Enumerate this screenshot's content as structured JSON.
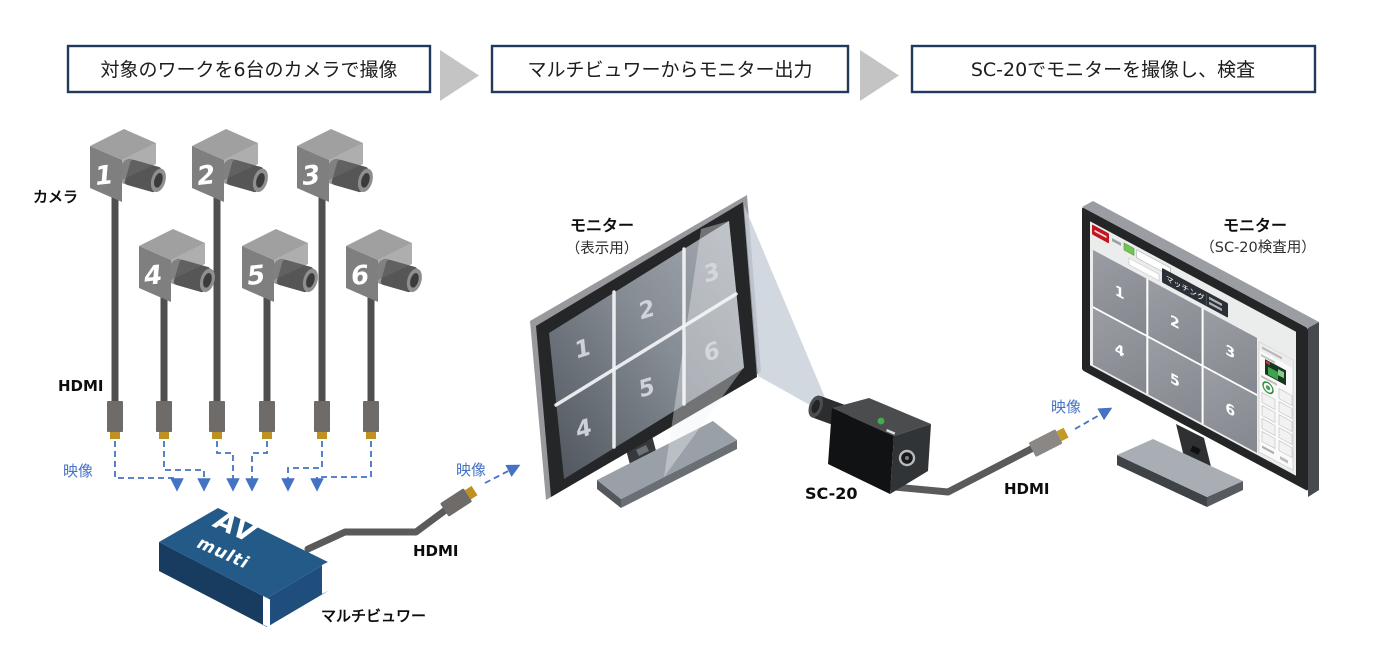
{
  "steps": [
    {
      "label": "対象のワークを6台のカメラで撮像"
    },
    {
      "label": "マルチビュワーからモニター出力"
    },
    {
      "label": "SC-20でモニターを撮像し、検査"
    }
  ],
  "cameras": {
    "group_label": "カメラ",
    "units": [
      "1",
      "2",
      "3",
      "4",
      "5",
      "6"
    ],
    "cable_label": "HDMI",
    "video_label": "映像"
  },
  "multiviewer": {
    "device_line1": "AV",
    "device_line2": "multi",
    "label": "マルチビュワー",
    "output_cable_label": "HDMI",
    "output_video_label": "映像"
  },
  "display_monitor": {
    "title": "モニター",
    "subtitle": "（表示用）",
    "panes": [
      "1",
      "2",
      "3",
      "4",
      "5",
      "6"
    ]
  },
  "sc20": {
    "label": "SC-20",
    "cable_label": "HDMI",
    "output_video_label": "映像"
  },
  "inspection_monitor": {
    "title": "モニター",
    "subtitle": "（SC-20検査用）",
    "app": {
      "matching_tab": "マッチング",
      "panes": [
        "1",
        "2",
        "3",
        "4",
        "5",
        "6"
      ]
    }
  },
  "colors": {
    "accent_blue": "#4472C4",
    "step_box_border": "#20395C",
    "flow_arrow_gray": "#C4C4C4",
    "multiviewer_navy": "#1F4E7C",
    "hdmi_gold": "#C09020"
  }
}
